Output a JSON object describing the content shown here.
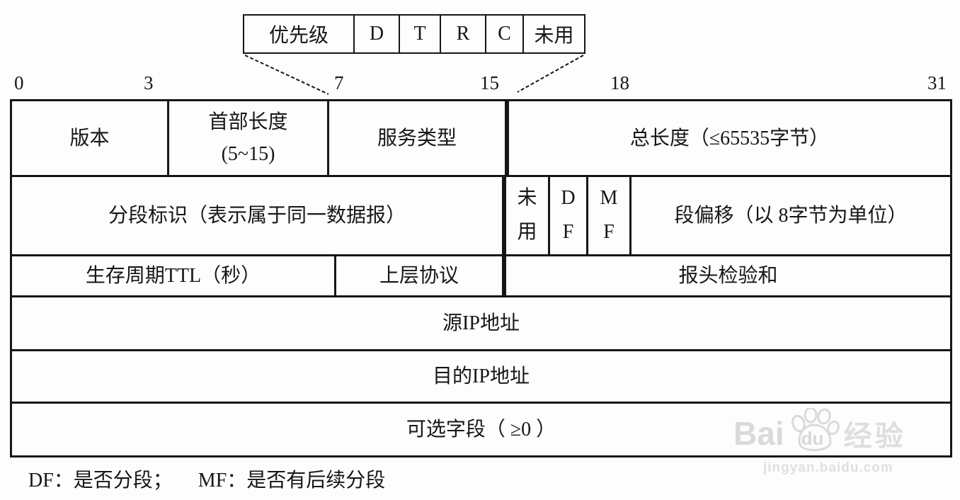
{
  "colors": {
    "ink": "#161616",
    "background": "#fdfdfd",
    "watermark": "#dadada"
  },
  "flags": {
    "cells": [
      {
        "label": "优先级"
      },
      {
        "label": "D"
      },
      {
        "label": "T"
      },
      {
        "label": "R"
      },
      {
        "label": "C"
      },
      {
        "label": "未用"
      }
    ]
  },
  "bits": [
    "0",
    "3",
    "7",
    "15",
    "18",
    "31"
  ],
  "t": {
    "row1": {
      "version": "版本",
      "hlen1": "首部长度",
      "hlen2": "(5~15)",
      "tos": "服务类型",
      "total": "总长度（≤65535字节）"
    },
    "row2": {
      "fragid": "分段标识（表示属于同一数据报）",
      "unused1": "未",
      "unused2": "用",
      "df1": "D",
      "df2": "F",
      "mf1": "M",
      "mf2": "F",
      "offset": "段偏移（以 8字节为单位）"
    },
    "row3": {
      "ttl": "生存周期TTL（秒）",
      "proto": "上层协议",
      "checksum": "报头检验和"
    },
    "row4": {
      "src": "源IP地址"
    },
    "row5": {
      "dst": "目的IP地址"
    },
    "row6": {
      "options": "可选字段（ ≥0 ）"
    }
  },
  "footnote": {
    "df": "DF：是否分段；",
    "mf": "MF：是否有后续分段"
  },
  "watermark": {
    "bai": "Bai",
    "du": "du",
    "suffix": "经验",
    "url": "jingyan.baidu.com"
  }
}
